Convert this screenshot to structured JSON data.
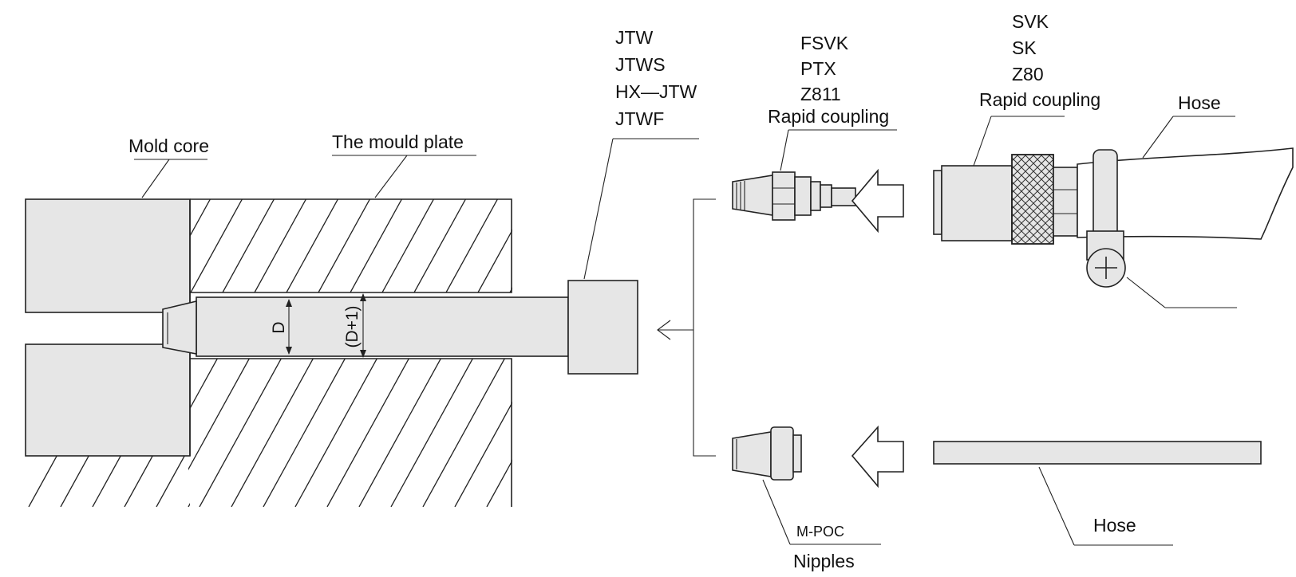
{
  "labels": {
    "mold_core": "Mold core",
    "mould_plate": "The mould plate",
    "jtw_codes": [
      "JTW",
      "JTWS",
      "HX—JTW",
      "JTWF"
    ],
    "fsvk_codes": [
      "FSVK",
      "PTX",
      "Z811"
    ],
    "rapid_coupling_left": "Rapid coupling",
    "svk_codes": [
      "SVK",
      "SK",
      "Z80"
    ],
    "rapid_coupling_right": "Rapid coupling",
    "hose_top": "Hose",
    "hose_bottom": "Hose",
    "mpoc": "M-POC",
    "nipples": "Nipples",
    "dim_d": "D",
    "dim_d1": "(D+1)"
  },
  "colors": {
    "part_fill": "#e6e6e6",
    "line": "#222222",
    "background": "#ffffff"
  }
}
